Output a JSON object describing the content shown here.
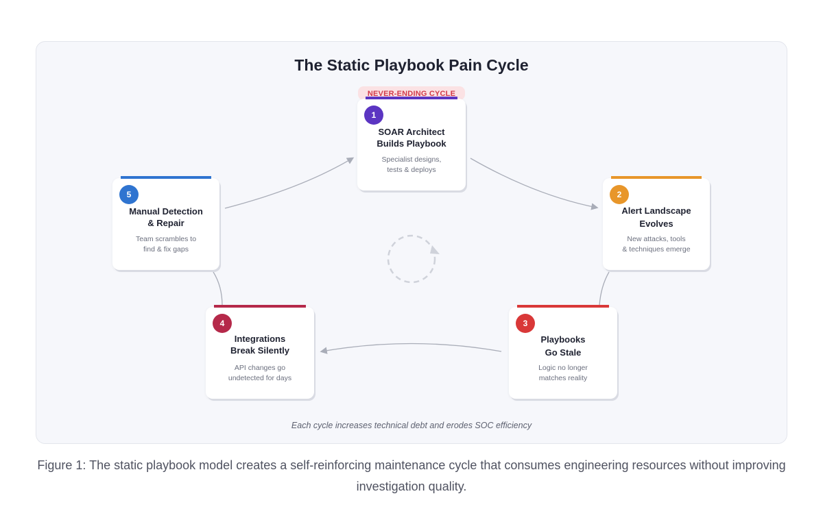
{
  "figure": {
    "title": "The Static Playbook Pain Cycle",
    "badge": "NEVER-ENDING CYCLE",
    "footnote": "Each cycle increases technical debt and erodes SOC efficiency",
    "caption": "Figure 1: The static playbook model creates a self-reinforcing maintenance cycle that consumes engineering resources without improving investigation quality."
  },
  "steps": [
    {
      "number": "1",
      "title_line1": "SOAR Architect",
      "title_line2": "Builds Playbook",
      "desc_line1": "Specialist designs,",
      "desc_line2": "tests & deploys",
      "color": "#5b35c2"
    },
    {
      "number": "2",
      "title_line1": "Alert Landscape",
      "title_line2": "Evolves",
      "desc_line1": "New attacks, tools",
      "desc_line2": "& techniques emerge",
      "color": "#e8962a"
    },
    {
      "number": "3",
      "title_line1": "Playbooks",
      "title_line2": "Go Stale",
      "desc_line1": "Logic no longer",
      "desc_line2": "matches reality",
      "color": "#d93838"
    },
    {
      "number": "4",
      "title_line1": "Integrations",
      "title_line2": "Break Silently",
      "desc_line1": "API changes go",
      "desc_line2": "undetected for days",
      "color": "#b5294a"
    },
    {
      "number": "5",
      "title_line1": "Manual Detection",
      "title_line2": "& Repair",
      "desc_line1": "Team scrambles to",
      "desc_line2": "find & fix gaps",
      "color": "#2f74d0"
    }
  ],
  "colors": {
    "panel_bg": "#f6f7fb",
    "connector": "#a9adb8",
    "center_icon": "#cfd2da"
  }
}
